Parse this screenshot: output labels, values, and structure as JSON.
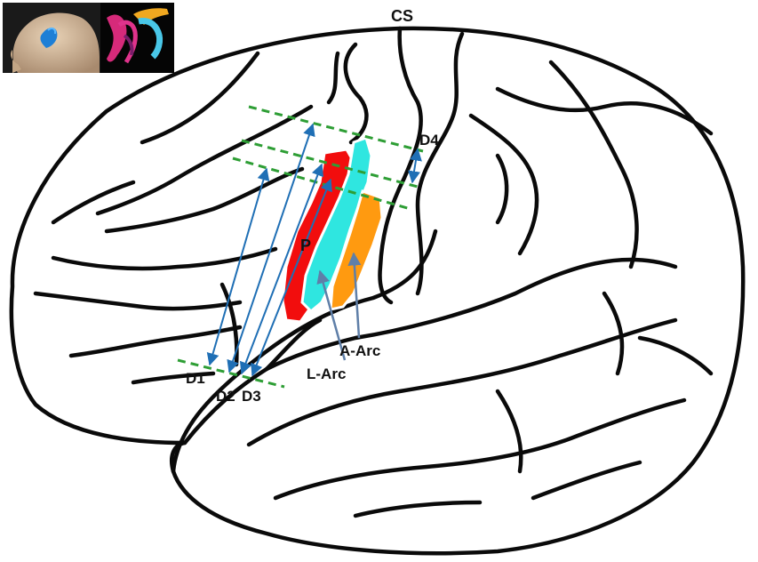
{
  "labels": {
    "cs": "CS",
    "p": "P",
    "a_arc": "A-Arc",
    "l_arc": "L-Arc",
    "d1": "D1",
    "d2": "D2",
    "d3": "D3",
    "d4": "D4"
  },
  "colors": {
    "outline": "#0a0a0a",
    "p_region": "#f20d0d",
    "l_arc_region": "#2fe6e0",
    "a_arc_region": "#ff9a10",
    "dashed_guides": "#2e9e35",
    "distance_arrows": "#1f6fb5",
    "pointer_arrows": "#5f7fa8"
  },
  "inset": {
    "panels": [
      "head-model",
      "tract-model"
    ]
  }
}
